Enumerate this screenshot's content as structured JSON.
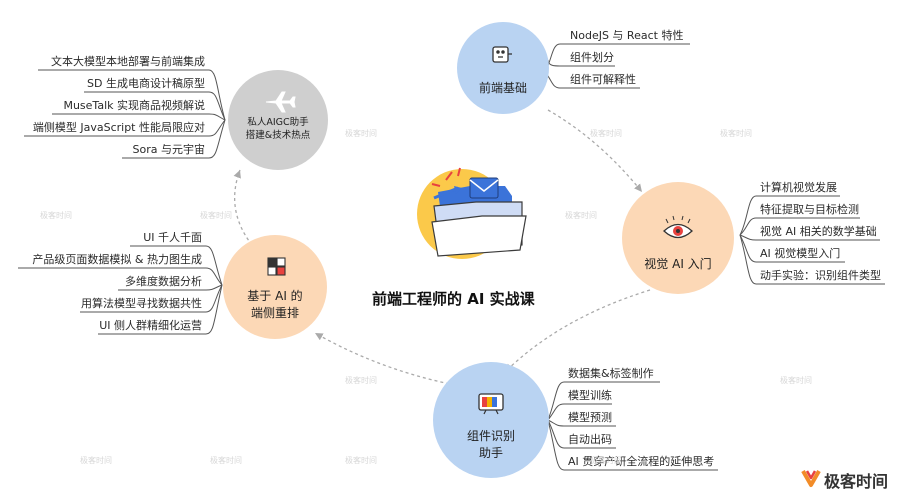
{
  "title": "前端工程师的 AI 实战课",
  "nodes": {
    "frontend_basics": {
      "title": "前端基础",
      "color": "#b9d3f2",
      "items": [
        "NodeJS 与 React 特性",
        "组件划分",
        "组件可解释性"
      ]
    },
    "vision_intro": {
      "title": "视觉 AI 入门",
      "color": "#fcd8b6",
      "items": [
        "计算机视觉发展",
        "特征提取与目标检测",
        "视觉 AI 相关的数学基础",
        "AI 视觉模型入门",
        "动手实验：识别组件类型"
      ]
    },
    "component_assistant": {
      "title_lines": [
        "组件识别",
        "助手"
      ],
      "color": "#b9d3f2",
      "items": [
        "数据集&标签制作",
        "模型训练",
        "模型预测",
        "自动出码",
        "AI 贯穿产研全流程的延伸思考"
      ]
    },
    "client_rerank": {
      "title_lines": [
        "基于 AI 的",
        "端侧重排"
      ],
      "color": "#fcd8b6",
      "items": [
        "UI 千人千面",
        "产品级页面数据模拟 & 热力图生成",
        "多维度数据分析",
        "用算法模型寻找数据共性",
        "UI 侧人群精细化运营"
      ]
    },
    "private_aigc": {
      "title_lines": [
        "私人AIGC助手",
        "搭建&技术热点"
      ],
      "color": "#cfcfcf",
      "items": [
        "文本大模型本地部署与前端集成",
        "SD 生成电商设计稿原型",
        "MuseTalk 实现商品视频解说",
        "端侧模型 JavaScript 性能局限应对",
        "Sora 与元宇宙"
      ]
    }
  },
  "watermark": "极客时间",
  "brand": "极客时间",
  "colors": {
    "accent_orange": "#f28c28",
    "accent_blue": "#3b73d9",
    "line": "#555555",
    "arrow": "#aaaaaa"
  }
}
